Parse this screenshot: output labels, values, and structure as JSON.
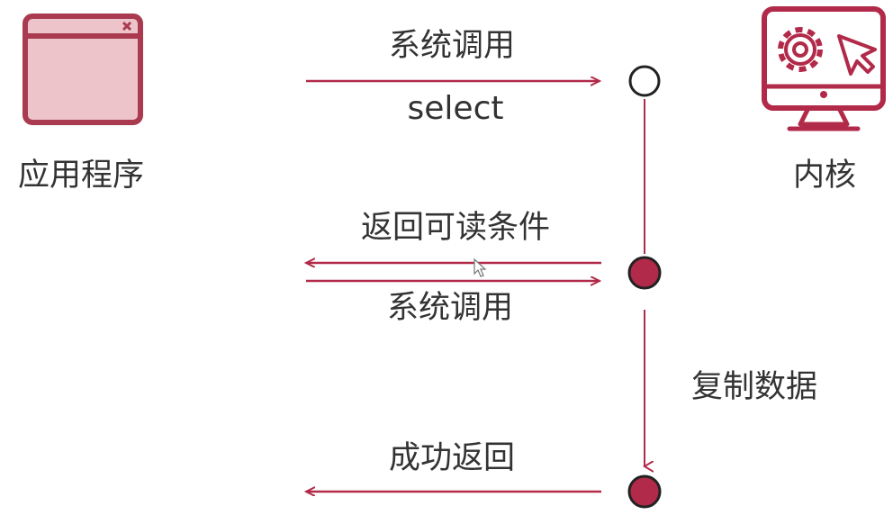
{
  "actors": {
    "app": {
      "label": "应用程序",
      "icon": "app-window-icon"
    },
    "kernel": {
      "label": "内核",
      "icon": "kernel-computer-icon"
    }
  },
  "messages": {
    "syscall_1": "系统调用",
    "select": "select",
    "return_readable": "返回可读条件",
    "syscall_2": "系统调用",
    "copy_data": "复制数据",
    "success_return": "成功返回"
  },
  "colors": {
    "accent": "#b22a49",
    "icon_fill": "#ecc4ca",
    "icon_stroke": "#a93a4f",
    "node_open": "#ffffff",
    "node_filled": "#b22a49",
    "text": "#333333"
  }
}
